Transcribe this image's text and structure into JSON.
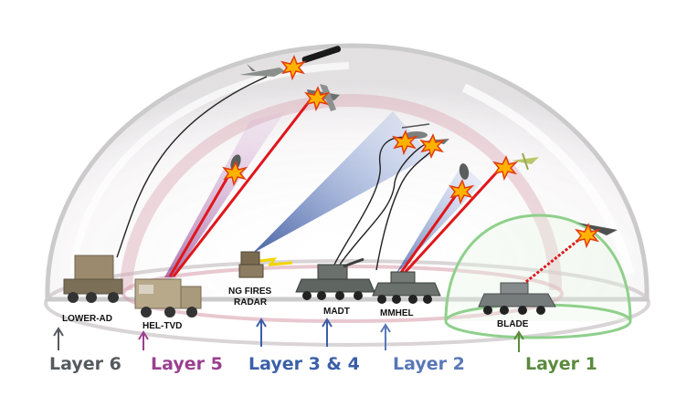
{
  "systems": {
    "lower_ad": "LOWER-AD",
    "hel_tvd": "HEL-TVD",
    "ng_fires_radar_line1": "NG FIRES",
    "ng_fires_radar_line2": "RADAR",
    "madt": "MADT",
    "mmhel": "MMHEL",
    "blade": "BLADE"
  },
  "layers": {
    "layer6": {
      "label": "Layer 6",
      "color": "#555a5e"
    },
    "layer5": {
      "label": "Layer 5",
      "color": "#9b3f8f"
    },
    "layer34": {
      "label": "Layer 3 & 4",
      "color": "#3a5fa8"
    },
    "layer2": {
      "label": "Layer 2",
      "color": "#5877b8"
    },
    "layer1": {
      "label": "Layer 1",
      "color": "#5b8a3e"
    }
  },
  "colors": {
    "dome_outer": "#c9c9c9",
    "dome_inner": "#c99aa8",
    "dome_small": "#8fd08c",
    "laser": "#e0161b",
    "radar_beam": "#2e56a6",
    "purple_beam": "#8a3f8e"
  },
  "icons": {
    "threat": "drone-icon",
    "burst": "explosion-icon",
    "vehicle": "armored-vehicle-icon"
  }
}
